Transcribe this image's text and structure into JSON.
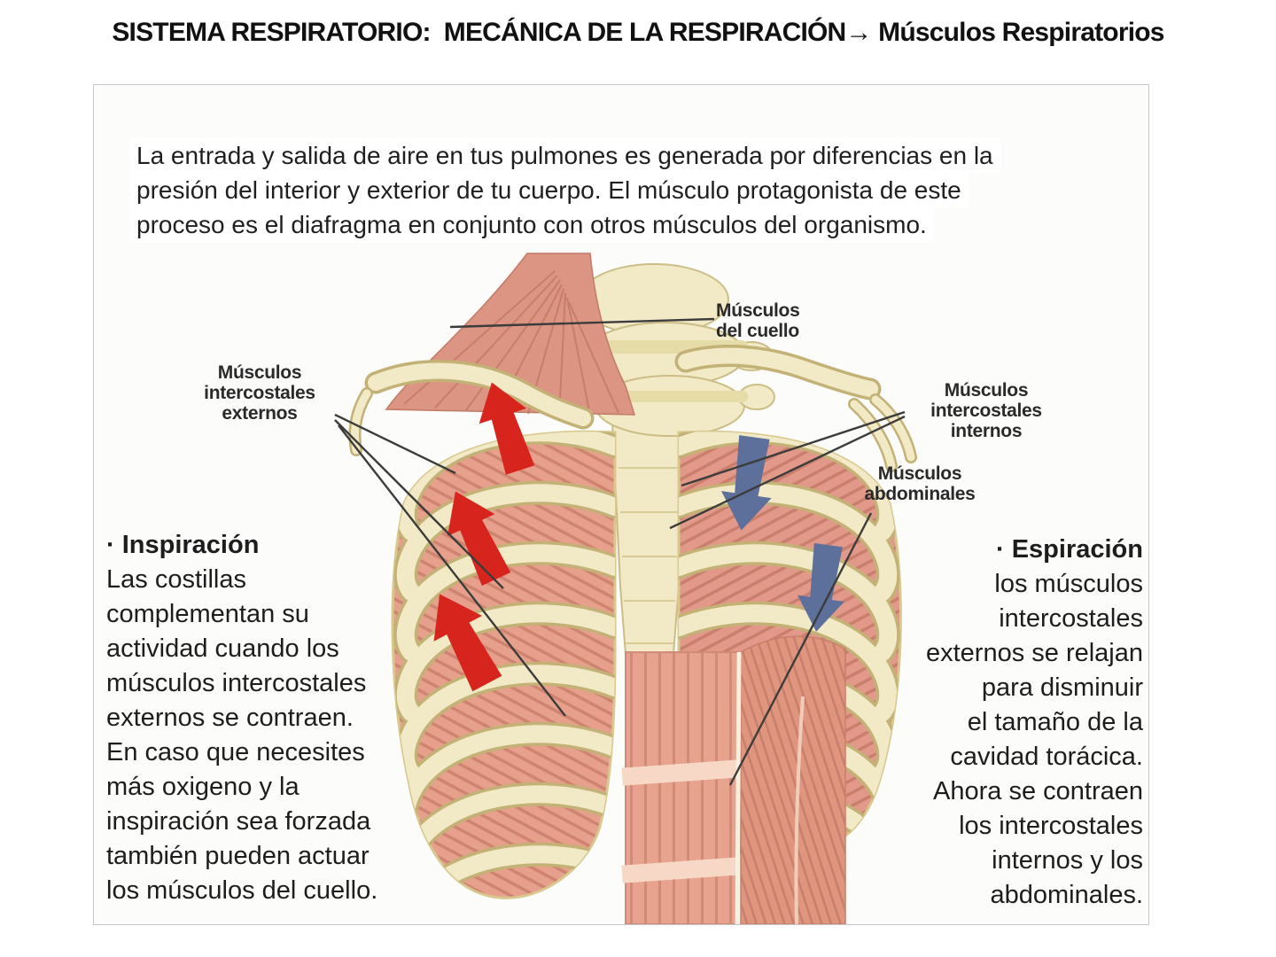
{
  "title": "SISTEMA RESPIRATORIO:  MECÁNICA DE LA RESPIRACIÓN→ Músculos Respiratorios",
  "panel": {
    "intro_lines": [
      "La entrada y salida de aire en tus pulmones es generada por diferencias en la",
      "presión del interior y exterior de tu cuerpo. El músculo protagonista de este",
      "proceso es el diafragma en conjunto con otros músculos del organismo."
    ],
    "labels": {
      "cuello": [
        "Músculos",
        "del cuello"
      ],
      "externos": [
        "Músculos",
        "intercostales",
        "externos"
      ],
      "internos": [
        "Músculos",
        "intercostales",
        "internos"
      ],
      "abdominales": [
        "Músculos",
        "abdominales"
      ]
    },
    "inspiracion": {
      "heading": "· Inspiración",
      "lines": [
        "Las costillas",
        "complementan su",
        "actividad cuando los",
        "músculos intercostales",
        "externos se contraen.",
        "En caso que necesites",
        "más oxigeno y la",
        "inspiración sea forzada",
        "también pueden actuar",
        "los músculos del cuello."
      ]
    },
    "espiracion": {
      "heading": "· Espiración",
      "lines": [
        "los músculos",
        "intercostales",
        "externos se relajan",
        "para disminuir",
        "el tamaño de la",
        "cavidad torácica.",
        "Ahora se contraen",
        "los intercostales",
        "internos y los",
        "abdominales."
      ]
    },
    "colors": {
      "inhale_arrow": "#d7251d",
      "exhale_arrow": "#5d6f9b",
      "bone": "#f2eac6",
      "bone_outline": "#c3b176",
      "muscle": "#e6a08c",
      "leader_line": "#3c3c3c"
    }
  }
}
